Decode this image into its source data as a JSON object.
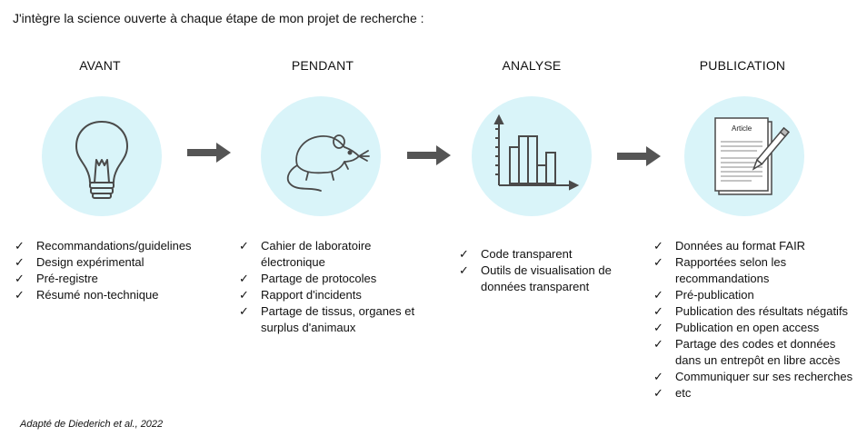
{
  "intro": "J'intègre la science ouverte à chaque étape de mon projet de recherche :",
  "check_symbol": "✓",
  "stages": [
    {
      "title": "AVANT",
      "icon": "lightbulb-icon",
      "items": [
        "Recommandations/guidelines",
        "Design expérimental",
        "Pré-registre",
        "Résumé non-technique"
      ]
    },
    {
      "title": "PENDANT",
      "icon": "mouse-icon",
      "items": [
        "Cahier de laboratoire électronique",
        "Partage de protocoles",
        "Rapport d'incidents",
        "Partage de tissus, organes et surplus d'animaux"
      ]
    },
    {
      "title": "ANALYSE",
      "icon": "bar-chart-icon",
      "items": [
        "Code transparent",
        "Outils de visualisation de données transparent"
      ]
    },
    {
      "title": "PUBLICATION",
      "icon": "article-icon",
      "article_label": "Article",
      "items": [
        "Données au format FAIR",
        "Rapportées selon les recommandations",
        "Pré-publication",
        "Publication des résultats négatifs",
        "Publication en open access",
        "Partage des codes et données dans un entrepôt en libre accès",
        "Communiquer sur ses recherches",
        "etc"
      ]
    }
  ],
  "credit": "Adapté de Diederich et al., 2022",
  "colors": {
    "circle": "#d9f4f9",
    "arrow": "#555555",
    "icon": "#4a4a4a"
  }
}
